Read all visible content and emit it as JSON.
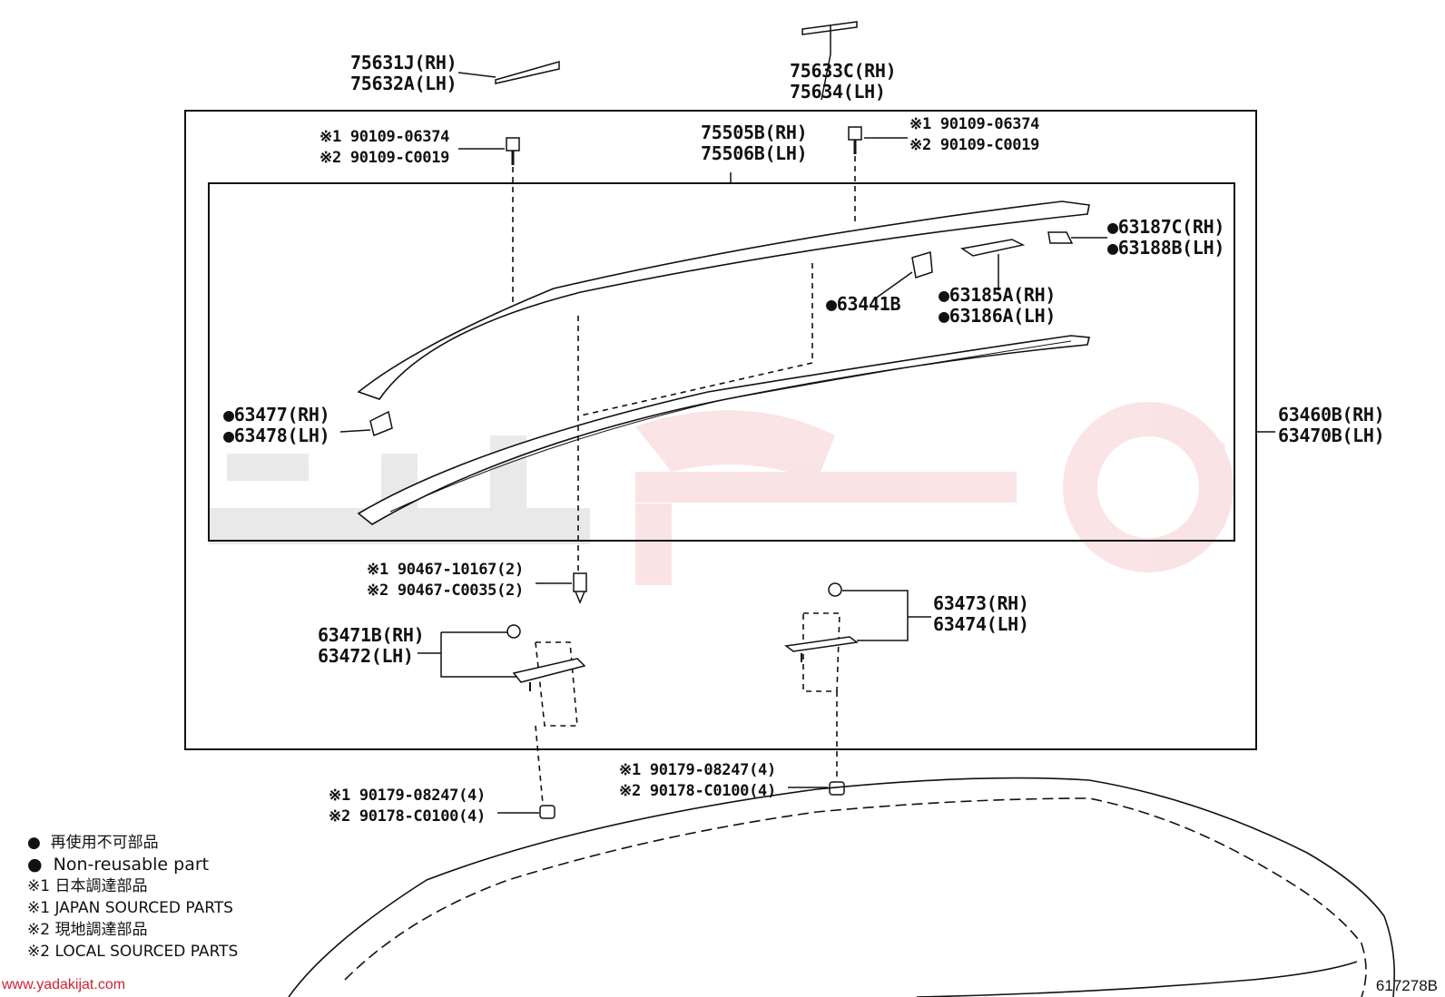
{
  "diagram_number": "617278B",
  "watermark_url": "www.yadakijat.com",
  "callouts": {
    "molding_rh_lh_left": [
      "75631J(RH)",
      "75632A(LH)"
    ],
    "molding_rh_lh_right": [
      "75633C(RH)",
      "75634(LH)"
    ],
    "rail_top": [
      "75505B(RH)",
      "75506B(LH)"
    ],
    "bolt_left": [
      "※1 90109-06374",
      "※2 90109-C0019"
    ],
    "bolt_right": [
      "※1 90109-06374",
      "※2 90109-C0019"
    ],
    "clip_right_end": [
      "●63187C(RH)",
      "●63188B(LH)"
    ],
    "clip_small": [
      "●63441B"
    ],
    "clip_mid": [
      "●63185A(RH)",
      "●63186A(LH)"
    ],
    "end_cap_left": [
      "●63477(RH)",
      "●63478(LH)"
    ],
    "rail_assembly": [
      "63460B(RH)",
      "63470B(LH)"
    ],
    "clip_lower": [
      "※1 90467-10167(2)",
      "※2 90467-C0035(2)"
    ],
    "bracket_left": [
      "63471B(RH)",
      "63472(LH)"
    ],
    "bracket_right": [
      "63473(RH)",
      "63474(LH)"
    ],
    "nut_right": [
      "※1 90179-08247(4)",
      "※2 90178-C0100(4)"
    ],
    "nut_left": [
      "※1 90179-08247(4)",
      "※2 90178-C0100(4)"
    ]
  },
  "legend": [
    "●  再使用不可部品",
    "●  Non-reusable part",
    "※1 日本調達部品",
    "※1 JAPAN SOURCED PARTS",
    "※2 現地調達部品",
    "※2 LOCAL SOURCED PARTS"
  ],
  "colors": {
    "line": "#111111",
    "watermark": "#d32232",
    "watermark_gray": "#9a9a9a"
  }
}
